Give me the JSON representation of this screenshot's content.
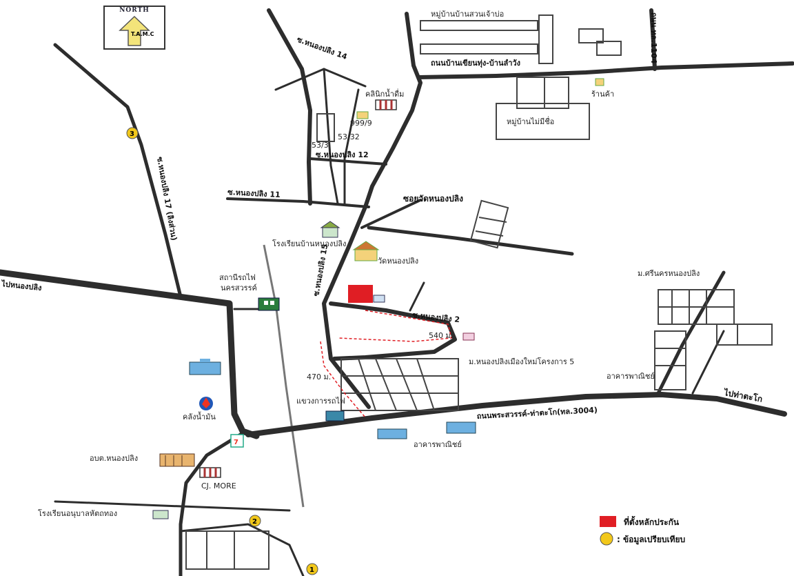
{
  "north": {
    "label": "NORTH",
    "code": "T.A.M.C"
  },
  "roads": {
    "main_east": "ถนนพระสวรรค์-ท่าตะโก(ทล.3004)",
    "to_takhli": "ไปท่าตะโก",
    "to_left": "ไปหนองปลิง",
    "village_road": "ถนนบ้านเขียนทุ่ง-บ้านลำวัง",
    "soi_wat": "ซอยวัดหนองปลิง",
    "soi_11": "ซ.หนองปลิง 11",
    "soi_12": "ซ.หนองปลิง 12",
    "soi_14": "ซ.หนองปลิง 14",
    "soi_2": "ซ.หนองปลิง 2",
    "soi_17": "ซ.หนองปลิง 17 (ลิงส่วน)",
    "soi_15": "ซ.หนองปลิง 15",
    "hwy_1104": "ถนน ทล.1104"
  },
  "places": {
    "village_top": "หมู่บ้านบ้านสวนเจ้าบ่อ",
    "village_right": "หมู่บ้านไม่มีชื่อ",
    "shop": "ร้านค้า",
    "clinic": "คลินิกน้ำดื่ม",
    "house_999": "999/9",
    "house_5332": "53/32",
    "house_533": "53/3",
    "school": "โรงเรียนบ้านหนองปลิง",
    "temple": "วัดหนองปลิง",
    "station": "สถานีรถไฟ",
    "station2": "นครสวรรค์",
    "moo_village": "ม.ศรีนครหนองปลิง",
    "housing_5": "ม.หนองปลิงเมืองใหม่โครงการ 5",
    "commercial_1": "อาคารพาณิชย์",
    "commercial_2": "อาคารพาณิชย์",
    "gas": "คลังน้ำมัน",
    "rail_crossing": "แขวงการรถไฟ",
    "sao": "อบต.หนองปลิง",
    "cj_more": "CJ. MORE",
    "kindergarten": "โรงเรียนอนุบาลหัตถทอง",
    "dist_540": "540 ม.",
    "dist_470": "470 ม."
  },
  "markers": [
    "1",
    "2",
    "3"
  ],
  "legend": {
    "collateral": "ที่ตั้งหลักประกัน",
    "comparable": ": ข้อมูลเปรียบเทียบ"
  },
  "colors": {
    "collateral": "#e01e24",
    "marker": "#f2c81a",
    "road": "#2d2d2d",
    "route": "#e01e24"
  }
}
